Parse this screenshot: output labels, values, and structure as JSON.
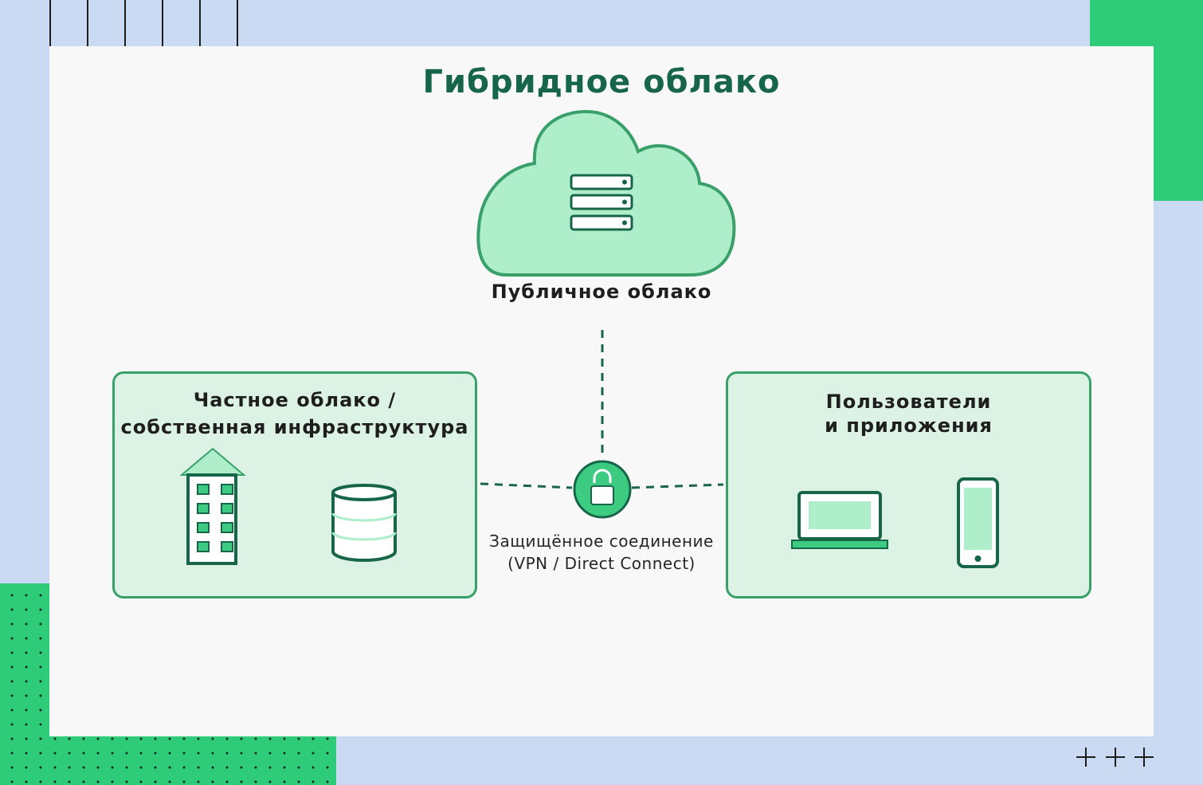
{
  "title": "Гибридное облако",
  "public_cloud": {
    "label": "Публичное облако"
  },
  "private_cloud": {
    "title_line1": "Частное облако /",
    "title_line2": "собственная инфраструктура"
  },
  "users_apps": {
    "title_line1": "Пользователи",
    "title_line2": "и приложения"
  },
  "secure_connection": {
    "line1": "Защищённое соединение",
    "line2": "(VPN / Direct Connect)"
  },
  "colors": {
    "accent_dark": "#17664a",
    "accent": "#2ecc78",
    "panel_border": "#3aa06a",
    "panel_fill": "#dcf2e5",
    "cloud_fill": "#aeeecb",
    "page_background": "#c9daf2"
  },
  "icons": [
    "cloud-icon",
    "server-rack-icon",
    "building-icon",
    "database-icon",
    "lock-icon",
    "laptop-icon",
    "smartphone-icon"
  ]
}
